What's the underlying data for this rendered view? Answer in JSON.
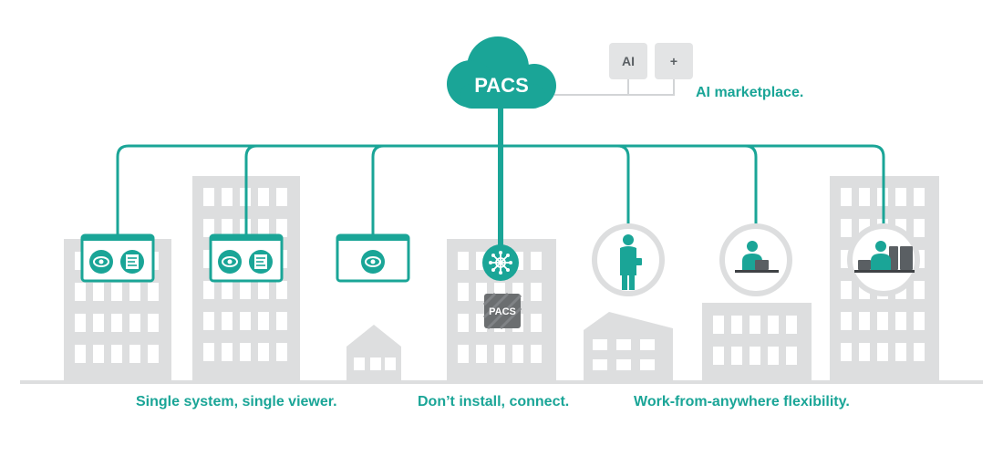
{
  "cloud": {
    "label": "PACS"
  },
  "marketplace": {
    "ai_tile": "AI",
    "plus_tile": "+",
    "label": "AI marketplace."
  },
  "node_badge": {
    "label": "PACS"
  },
  "captions": {
    "left": "Single system, single viewer.",
    "center": "Don’t install, connect.",
    "right": "Work-from-anywhere flexibility."
  },
  "colors": {
    "teal": "#1aa597",
    "building": "#dddedf",
    "window": "#ffffff",
    "tile": "#e3e4e5",
    "tile_text": "#5a5f63",
    "connector_gray": "#d2d4d6",
    "badge": "#6b6e70"
  },
  "icons": [
    "cloud-icon",
    "eye-icon",
    "document-icon",
    "network-hub-icon",
    "person-icon",
    "desk-icon"
  ]
}
